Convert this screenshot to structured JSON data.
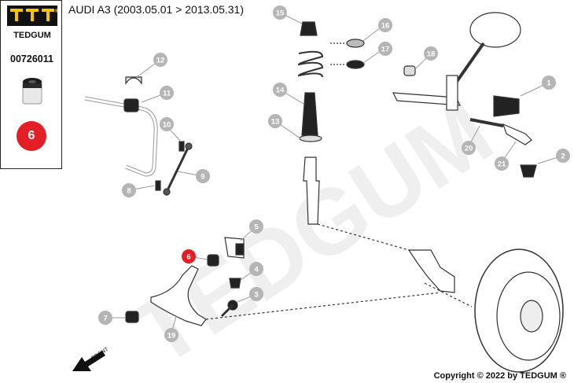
{
  "brand": {
    "logo_text": "TEDGUM",
    "part_number": "00726011",
    "selected_position": "6"
  },
  "header": {
    "vehicle": "AUDI A3 (2003.05.01 > 2013.05.31)"
  },
  "watermark": "TEDGUM",
  "direction_label": "FRONT",
  "callouts": [
    "1",
    "2",
    "3",
    "4",
    "5",
    "6",
    "7",
    "8",
    "9",
    "10",
    "11",
    "12",
    "13",
    "14",
    "15",
    "16",
    "17",
    "18",
    "19",
    "20",
    "21"
  ],
  "footer": {
    "copyright": "Copyright © 2022 by TEDGUM ®"
  },
  "colors": {
    "callout_fill": "#b5b5b5",
    "selected_fill": "#e31e24",
    "line": "#333333",
    "watermark": "#efefef"
  }
}
